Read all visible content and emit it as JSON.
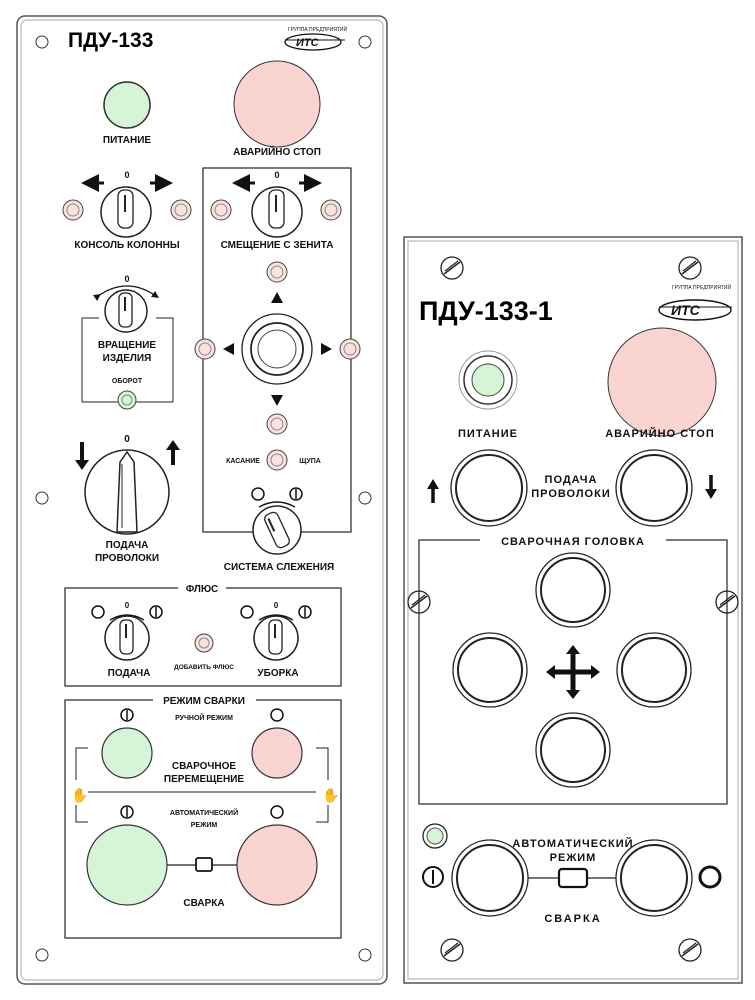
{
  "panel1": {
    "title": "ПДУ-133",
    "logo_text": "ИТС",
    "logo_caption": "ГРУППА ПРЕДПРИЯТИЙ",
    "power": "ПИТАНИЕ",
    "emergency": "АВАРИЙНО СТОП",
    "zero": "0",
    "console": "КОНСОЛЬ КОЛОННЫ",
    "offset": "СМЕЩЕНИЕ С ЗЕНИТА",
    "rotation_1": "ВРАЩЕНИЕ",
    "rotation_2": "ИЗДЕЛИЯ",
    "revolution": "ОБОРОТ",
    "touch": "КАСАНИЕ",
    "probe": "ЩУПА",
    "wire_1": "ПОДАЧА",
    "wire_2": "ПРОВОЛОКИ",
    "tracking": "СИСТЕМА СЛЕЖЕНИЯ",
    "flux": "ФЛЮС",
    "feed": "ПОДАЧА",
    "add_flux": "ДОБАВИТЬ ФЛЮС",
    "cleanup": "УБОРКА",
    "weld_mode": "РЕЖИМ СВАРКИ",
    "manual": "РУЧНОЙ РЕЖИМ",
    "travel_1": "СВАРОЧНОЕ",
    "travel_2": "ПЕРЕМЕЩЕНИЕ",
    "auto_1": "АВТОМАТИЧЕСКИЙ",
    "auto_2": "РЕЖИМ",
    "weld": "СВАРКА"
  },
  "panel2": {
    "title": "ПДУ-133-1",
    "logo_text": "ИТС",
    "logo_caption": "ГРУППА ПРЕДПРИЯТИЙ",
    "power": "ПИТАНИЕ",
    "emergency": "АВАРИЙНО СТОП",
    "wire_1": "ПОДАЧА",
    "wire_2": "ПРОВОЛОКИ",
    "head": "СВАРОЧНАЯ ГОЛОВКА",
    "auto_1": "АВТОМАТИЧЕСКИЙ",
    "auto_2": "РЕЖИМ",
    "weld": "СВАРКА"
  },
  "colors": {
    "green": "#d6f5d6",
    "pink": "#f9d4d0",
    "outline": "#222222"
  }
}
